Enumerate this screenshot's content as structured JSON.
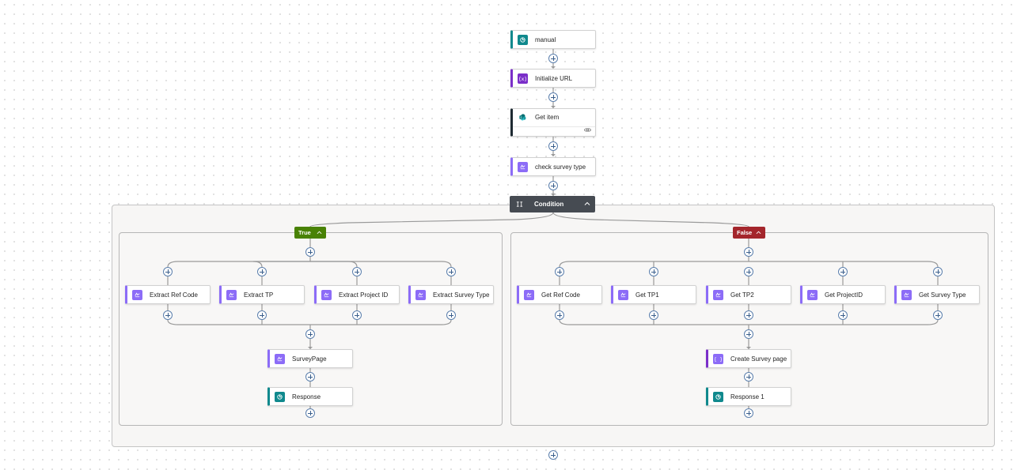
{
  "flow": {
    "trigger": {
      "label": "manual",
      "icon": "request-trigger-icon"
    },
    "steps": [
      {
        "label": "Initialize URL",
        "icon": "variable-icon"
      },
      {
        "label": "Get item",
        "icon": "sharepoint-icon",
        "footer_icon": "link-icon"
      },
      {
        "label": "check survey type",
        "icon": "compose-icon"
      }
    ],
    "condition": {
      "label": "Condition",
      "icon": "condition-icon"
    },
    "true_branch": {
      "label": "True",
      "parallel": [
        "Extract Ref Code",
        "Extract TP",
        "Extract Project ID",
        "Extract Survey Type"
      ],
      "after": [
        {
          "label": "SurveyPage",
          "icon": "compose-icon"
        },
        {
          "label": "Response",
          "icon": "response-icon"
        }
      ]
    },
    "false_branch": {
      "label": "False",
      "parallel": [
        "Get Ref Code",
        "Get TP1",
        "Get TP2",
        "Get ProjectID",
        "Get Survey Type"
      ],
      "after": [
        {
          "label": "Create Survey page",
          "icon": "variable-icon"
        },
        {
          "label": "Response 1",
          "icon": "response-icon"
        }
      ]
    }
  },
  "colors": {
    "compose": "#8c6cf7",
    "variable": "#7b2fc9",
    "response": "#10898d",
    "condition_header": "#464b52",
    "true_badge": "#498205",
    "false_badge": "#a4262c"
  }
}
